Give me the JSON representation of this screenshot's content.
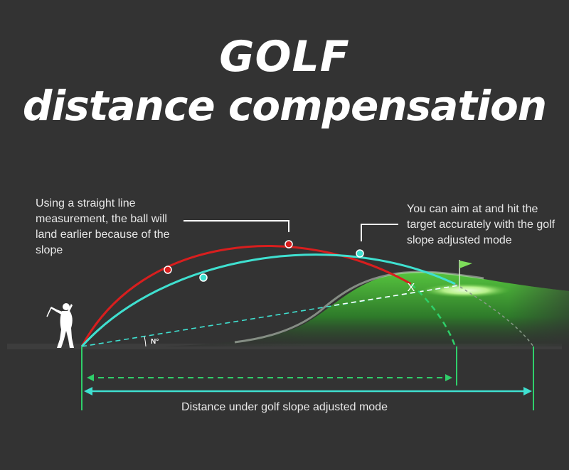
{
  "title": {
    "line1": "GOLF",
    "line2": "distance compensation"
  },
  "annotations": {
    "straight_line": "Using a straight line measurement, the ball will land earlier because of the slope",
    "slope_mode": "You can aim at and hit the target accurately with the golf slope adjusted mode"
  },
  "labels": {
    "angle": "N°",
    "miss_marker": "X",
    "distance": "Distance under golf slope adjusted mode"
  },
  "colors": {
    "background": "#333333",
    "straight_trajectory": "#d81e1e",
    "adjusted_trajectory": "#3fe0d0",
    "hill_green": "#4cb83a",
    "guide_green": "#2fcf6a",
    "flag": "#7ddc5a"
  },
  "icons": {
    "golfer": "golfer-silhouette-icon",
    "flag": "golf-flag-icon"
  }
}
